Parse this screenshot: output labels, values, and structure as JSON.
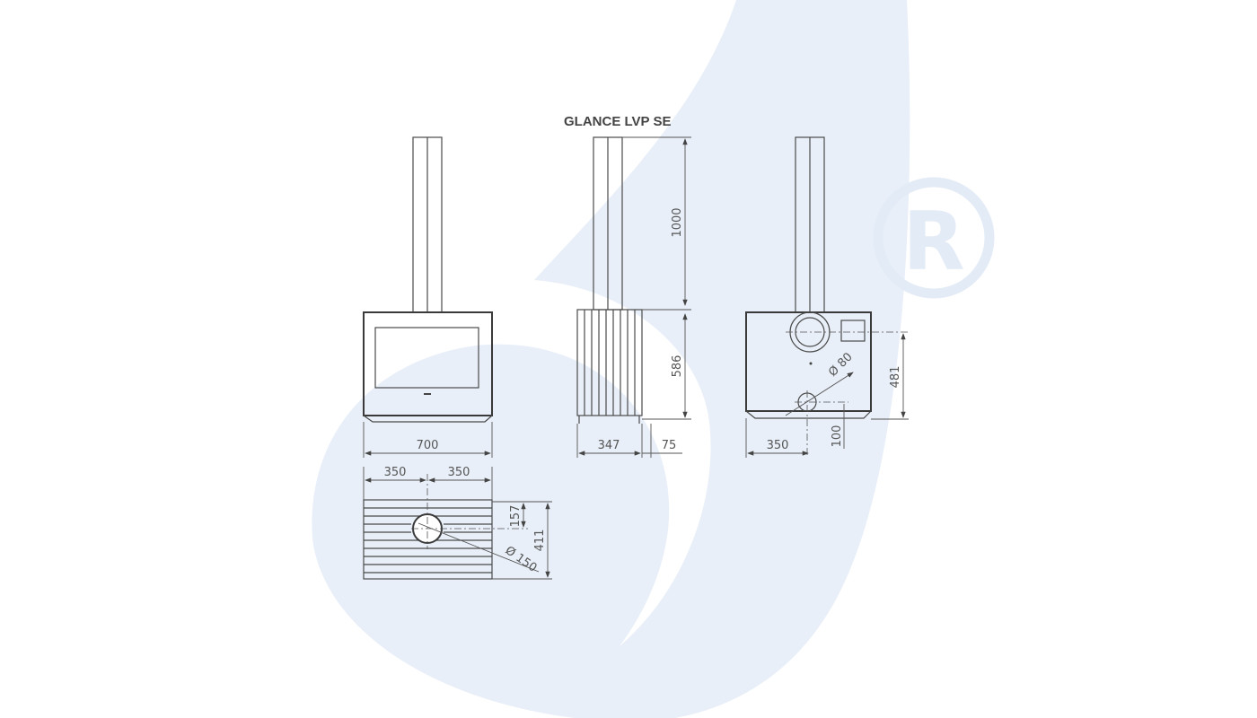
{
  "title": "GLANCE LVP SE",
  "colors": {
    "watermark": "#e8eff8",
    "line": "#4a4a4a"
  },
  "watermark": {
    "symbol": "R"
  },
  "views": {
    "front": {
      "width": "700"
    },
    "side": {
      "chimney_height": "1000",
      "body_height": "586",
      "depth": "347",
      "offset": "75"
    },
    "back": {
      "height_to_outlet": "481",
      "outlet_offset": "350",
      "air_inlet_height": "100",
      "air_inlet_diameter": "Ø 80"
    },
    "top": {
      "left_half": "350",
      "right_half": "350",
      "outlet_from_back": "157",
      "depth": "411",
      "outlet_diameter": "Ø 150"
    }
  }
}
